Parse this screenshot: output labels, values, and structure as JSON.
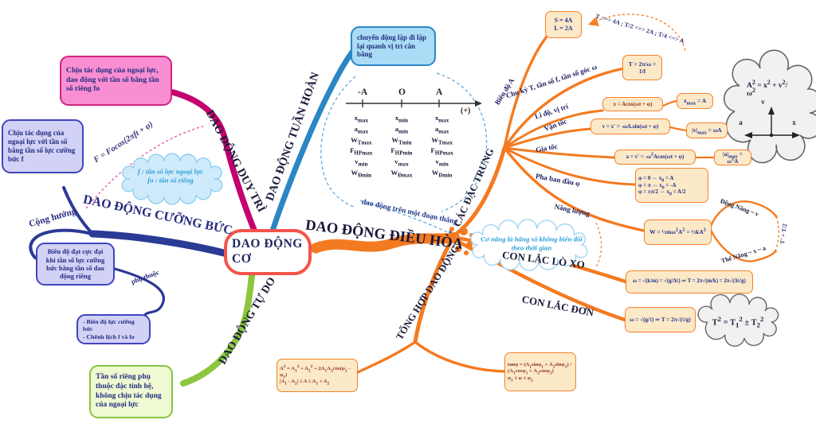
{
  "center": {
    "title": "DAO ĐỘNG CƠ"
  },
  "maintained": {
    "branch_label": "DAO ĐỘNG DUY TRÌ",
    "note": "Chịu tác dụng của ngoại lực, dao động với tần số bằng tần số riêng fo"
  },
  "forced": {
    "branch_label": "DAO ĐỘNG CƯỠNG BỨC",
    "resonance_label": "Cộng hưởng",
    "force_formula": "F = Focos(2πft + φ)",
    "cloud_line1": "f : tần số lực ngoại lực",
    "cloud_line2": "fo : tần số riêng",
    "external_note": "Chịu tác dụng của ngoại lực với tần số bằng tần số lực cưỡng bức f",
    "resonance_note": "Biên độ đạt cực đại khi tần số lực cưỡng bức bằng tần số dao động riêng",
    "depends_label": "phụ thuộc",
    "depends_line1": "- Biên độ lực cưỡng bức",
    "depends_line2": "- Chênh lệch f và fo"
  },
  "periodic": {
    "branch_label": "DAO ĐỘNG TUẦN HOÀN",
    "note": "chuyển động lặp đi lặp lại quanh vị trí cân bằng"
  },
  "free": {
    "branch_label": "DAO ĐỘNG TỰ DO",
    "note": "Tần số riêng phụ thuộc đặc tính hệ, không chịu tác dụng của ngoại lực"
  },
  "harmonic": {
    "branch_label": "DAO ĐỘNG ĐIỀU HÒA",
    "segment_note": "dao động trên một đoạn thẳng",
    "axis": {
      "left": "-A",
      "mid": "O",
      "right": "A",
      "plus": "(+)"
    },
    "table_rows": [
      [
        "x<sub>max</sub>",
        "x<sub>min</sub>",
        "x<sub>max</sub>"
      ],
      [
        "a<sub>max</sub>",
        "a<sub>min</sub>",
        "a<sub>max</sub>"
      ],
      [
        "W<sub>Tmax</sub>",
        "W<sub>Tmin</sub>",
        "W<sub>Tmax</sub>"
      ],
      [
        "F<sub>HPmax</sub>",
        "F<sub>HPmin</sub>",
        "F<sub>HPmax</sub>"
      ],
      [
        "v<sub>min</sub>",
        "v<sub>max</sub>",
        "v<sub>min</sub>"
      ],
      [
        "W<sub>Đmin</sub>",
        "W<sub>Đmax</sub>",
        "W<sub>Đmin</sub>"
      ]
    ],
    "characteristics": {
      "branch_label": "CÁC ĐẶC TRƯNG",
      "amplitude_label": "Biên độ A",
      "amplitude_line1": "S = 4A",
      "amplitude_line2": "L = 2A",
      "arc_note": "T <=> 4A ; T/2 <=> 2A ; T/4 <=> A",
      "period_label": "Chu kỳ T, tần số f, tần số góc ω",
      "period_formula": "T = 2π/ω = 1/f",
      "position_label": "Li độ, vị trí",
      "position_formula": "x = Acos(ωt + φ)",
      "position_max": "x<sub>max</sub> = A",
      "velocity_label": "Vận tốc",
      "velocity_formula": "v = x' = -ωA.sin(ωt + φ)",
      "velocity_max": "|v|<sub>max</sub> = ωA",
      "acceleration_label": "Gia tốc",
      "acceleration_formula": "a = v' = -ω<sup>2</sup>Acos(ωt + φ)",
      "acceleration_max": "|a|<sub>max</sub> = ω<sup>2</sup>A",
      "phase_label": "Pha ban đầu φ",
      "phase_line1": "φ = 0 ⇔ x<sub>0</sub> = A",
      "phase_line2": "φ = π ⇔ x<sub>0</sub> = -A",
      "phase_line3": "φ = ±π/2 ⇔ x<sub>0</sub> = A/2",
      "energy_label": "Năng lượng",
      "energy_formula": "W = ½mω<sup>2</sup>A<sup>2</sup> = ½kA<sup>2</sup>",
      "energy_cloud_note": "Cơ năng là hằng số không biến đổi theo thời gian",
      "kinetic_note": "Động Năng ~ v",
      "potential_note": "Thế Năng ~ x ~ a",
      "half_period_note": "T' = T/2",
      "amplitude_cloud_formula": "A<sup>2</sup> = x<sup>2</sup> + v<sup>2</sup>/ω<sup>2</sup>",
      "vector_v": "v⃗",
      "vector_a": "a⃗",
      "vector_x": "x⃗"
    }
  },
  "spring": {
    "branch_label": "CON LẮC LÒ XO",
    "formula": "ω = √(k/m) = √(g/Δℓ) ⇒ T = 2π√(m/k) = 2π√(Δℓ/g)"
  },
  "pendulum": {
    "branch_label": "CON LẮC ĐƠN",
    "formula": "ω = √(g/ℓ) ⇒ T = 2π√(ℓ/g)",
    "cloud_formula": "T<sup>2</sup> = T<sub>1</sub><sup>2</sup> ± T<sub>2</sub><sup>2</sup>"
  },
  "synthesis": {
    "branch_label": "TỔNG HỢP DAO ĐỘNG",
    "amplitude_line1": "A<sup>2</sup> = A<sub>1</sub><sup>2</sup> + A<sub>2</sub><sup>2</sup> + 2A<sub>1</sub>A<sub>2</sub>cos(φ<sub>2</sub> - φ<sub>1</sub>)",
    "amplitude_line2": "|A<sub>1</sub> - A<sub>2</sub>| ≤ A ≤ A<sub>1</sub> + A<sub>2</sub>",
    "phase_line1": "tanφ = (A<sub>1</sub>sinφ<sub>1</sub> + A<sub>2</sub>sinφ<sub>2</sub>) / (A<sub>1</sub>cosφ<sub>1</sub> + A<sub>2</sub>cosφ<sub>2</sub>)",
    "phase_line2": "φ<sub>1</sub> ≤ φ ≤ φ<sub>2</sub>"
  },
  "colors": {
    "maintained": "#c4006e",
    "periodic": "#2b87c4",
    "forced": "#2b3a95",
    "free": "#8cc63e",
    "harmonic": "#f47a20",
    "center_border": "#f4544a"
  }
}
